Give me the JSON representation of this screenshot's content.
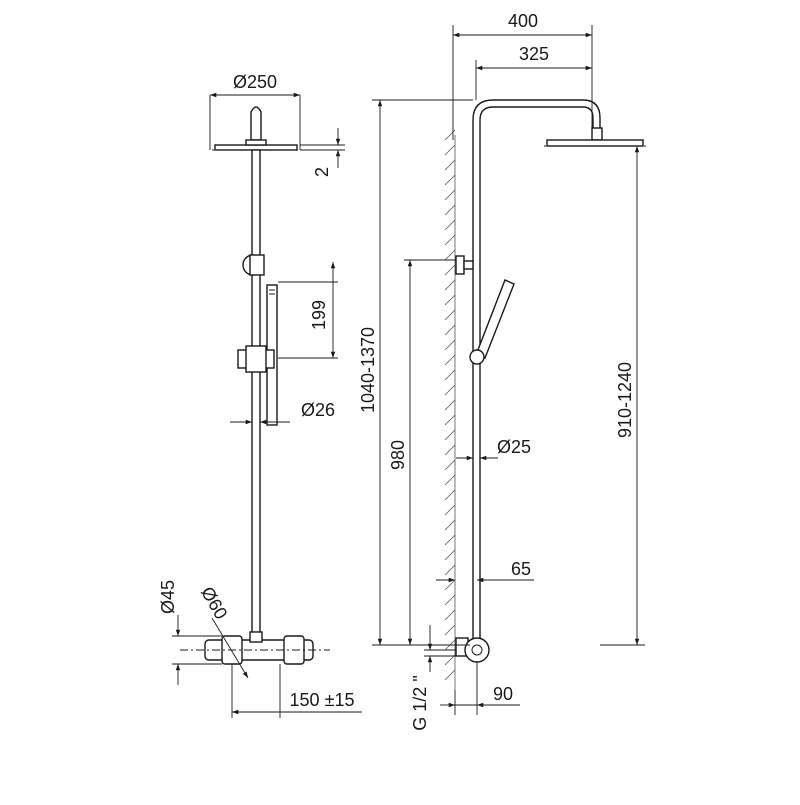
{
  "drawing": {
    "front_view": {
      "dims": {
        "head_diameter": "Ø250",
        "head_thickness": "2",
        "hand_shower_length": "199",
        "rail_diameter": "Ø26",
        "valve_diameter_45": "Ø45",
        "valve_diameter_60": "Ø60",
        "inlet_spacing": "150 ±15"
      }
    },
    "side_view": {
      "dims": {
        "arm_reach_total": "400",
        "arm_reach_head": "325",
        "total_height": "1040-1370",
        "bracket_height": "980",
        "head_height": "910-1240",
        "pipe_diameter": "Ø25",
        "wall_offset": "65",
        "thread": "G 1/2 \"",
        "valve_offset": "90"
      }
    }
  }
}
